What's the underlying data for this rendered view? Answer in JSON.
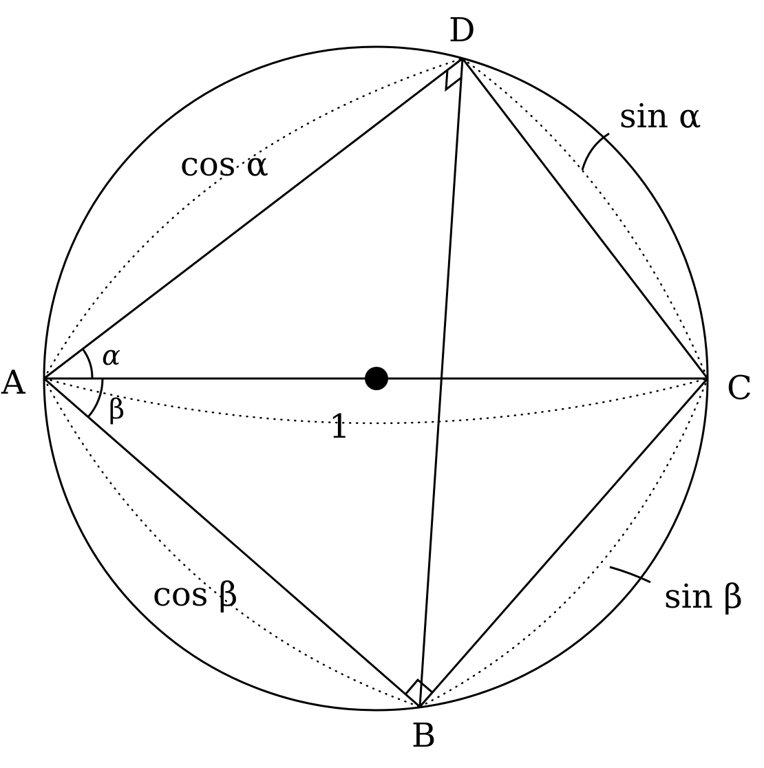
{
  "points": {
    "A": "A",
    "B": "B",
    "C": "C",
    "D": "D"
  },
  "labels": {
    "cos_alpha": "cos α",
    "sin_alpha": "sin α",
    "cos_beta": "cos β",
    "sin_beta": "sin β",
    "diameter": "1",
    "alpha": "α",
    "beta": "β"
  },
  "colors": {
    "stroke": "#000000",
    "background": "#ffffff"
  }
}
